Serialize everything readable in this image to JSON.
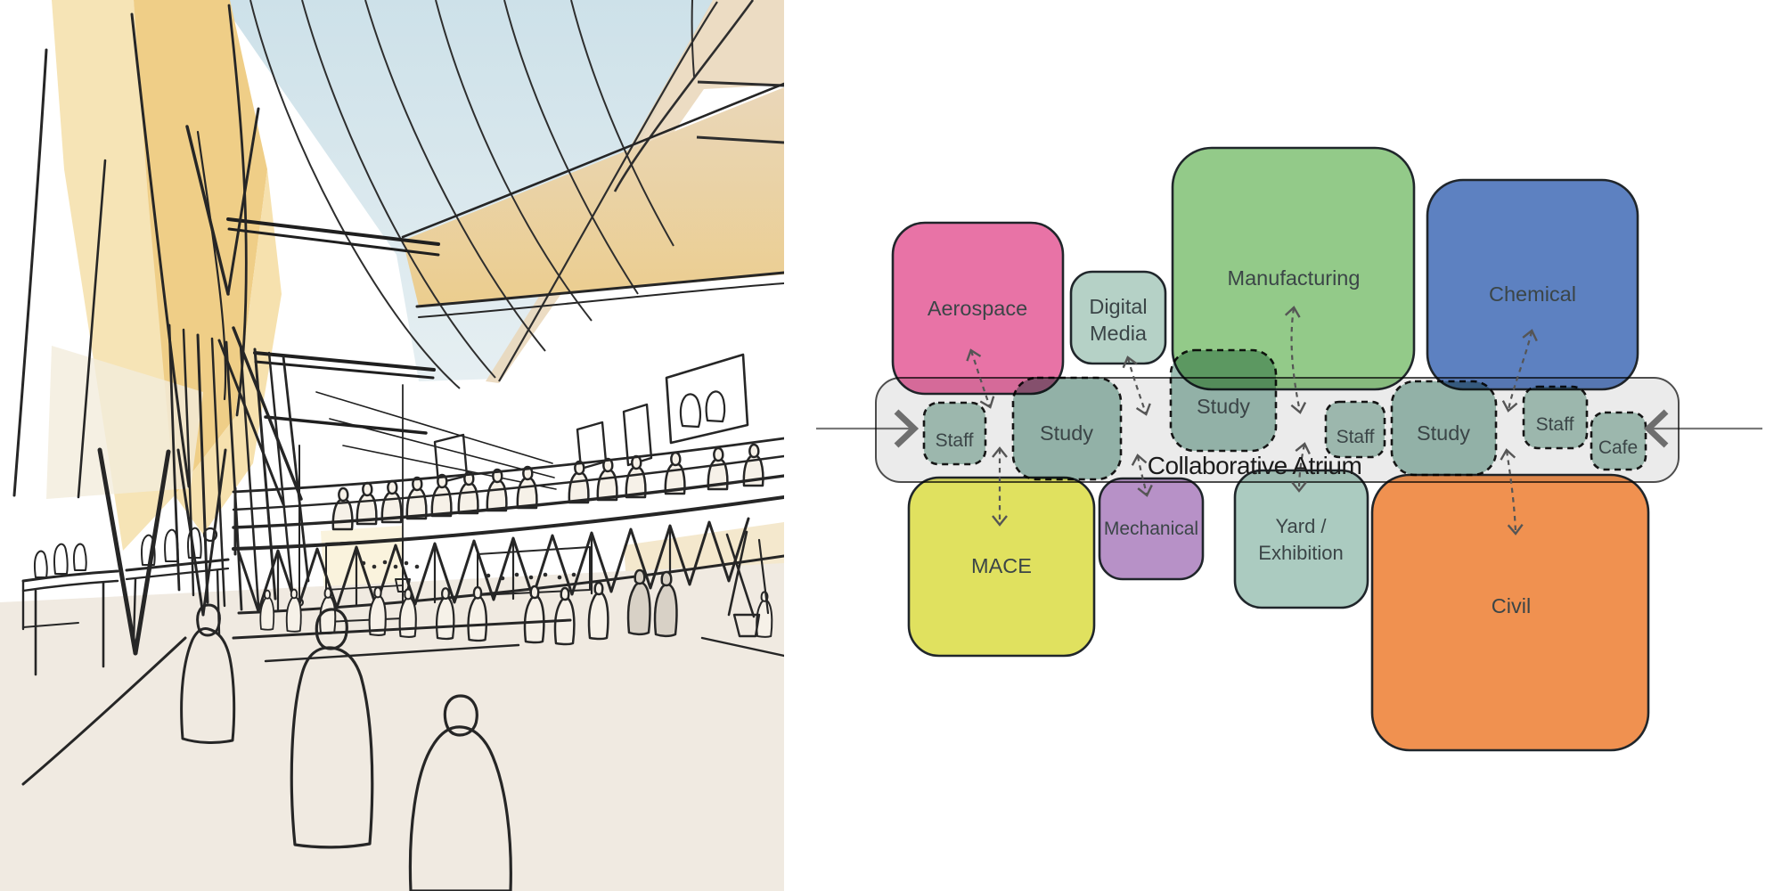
{
  "sketch": {
    "kind": "hand-drawn watercolor concept sketch of atrium interior",
    "colors": {
      "sky_top": "#cde1e9",
      "sky_bottom": "#e6eff2",
      "wall_yellow": "#efce87",
      "wall_yellow_pale": "#f6e4b6",
      "wall_yellow_hi": "#f6e1ae",
      "wall_tan": "#ebcf93",
      "fascia": "#e9d6b8",
      "floor": "#f0eae1",
      "ink": "#262626",
      "figure_fill": "#f6f1e8",
      "figure_shaded": "#d8d1c6"
    }
  },
  "diagram": {
    "atrium": {
      "label": "Collaborative Atrium",
      "fill": "#ebebeb",
      "border": "#4d4d4d",
      "text_color": "#1b1b1b"
    },
    "label_color": "#3b4547",
    "arrow_color": "#555555",
    "chevron_color": "#6e6e6e",
    "line_color": "#7a7a7a",
    "blocks": {
      "aerospace": {
        "label": "Aerospace",
        "fill": "#e873a6"
      },
      "digital_media": {
        "label_line1": "Digital",
        "label_line2": "Media",
        "fill": "#b5d1c6"
      },
      "manufacturing": {
        "label": "Manufacturing",
        "fill": "#93ca89"
      },
      "chemical": {
        "label": "Chemical",
        "fill": "#5d81c1"
      },
      "mace": {
        "label": "MACE",
        "fill": "#e0e15f"
      },
      "mechanical": {
        "label": "Mechanical",
        "fill": "#b791c7"
      },
      "yard_exhibition": {
        "label_line1": "Yard /",
        "label_line2": "Exhibition",
        "fill": "#abcbc0"
      },
      "civil": {
        "label": "Civil",
        "fill": "#f09150"
      }
    },
    "atrium_blocks": {
      "staff_1": {
        "label": "Staff",
        "fill": "#a9c7bc"
      },
      "study_1": {
        "label": "Study",
        "fill": "#9fc0b5"
      },
      "study_2": {
        "label": "Study",
        "fill": "#9fc0b5"
      },
      "staff_2": {
        "label": "Staff",
        "fill": "#a9c7bc"
      },
      "study_3": {
        "label": "Study",
        "fill": "#9fc0b5"
      },
      "staff_3": {
        "label": "Staff",
        "fill": "#a9c7bc"
      },
      "cafe": {
        "label": "Cafe",
        "fill": "#a9c7bc"
      }
    },
    "connections": [
      {
        "from": "Aerospace",
        "to": "Collaborative Atrium",
        "style": "dashed-double-arrow"
      },
      {
        "from": "MACE",
        "to": "Collaborative Atrium",
        "style": "dashed-double-arrow"
      },
      {
        "from": "Digital Media",
        "to": "Collaborative Atrium",
        "style": "dashed-double-arrow"
      },
      {
        "from": "Manufacturing",
        "to": "Collaborative Atrium",
        "style": "dashed-double-arrow"
      },
      {
        "from": "Yard / Exhibition",
        "to": "Collaborative Atrium",
        "style": "dashed-double-arrow"
      },
      {
        "from": "Mechanical",
        "to": "Collaborative Atrium",
        "style": "dashed-double-arrow"
      },
      {
        "from": "Chemical",
        "to": "Collaborative Atrium",
        "style": "dashed-double-arrow"
      },
      {
        "from": "Civil",
        "to": "Collaborative Atrium",
        "style": "dashed-double-arrow"
      },
      {
        "from": "west entry",
        "to": "Collaborative Atrium",
        "style": "solid-chevron"
      },
      {
        "from": "east entry",
        "to": "Collaborative Atrium",
        "style": "solid-chevron"
      }
    ]
  }
}
